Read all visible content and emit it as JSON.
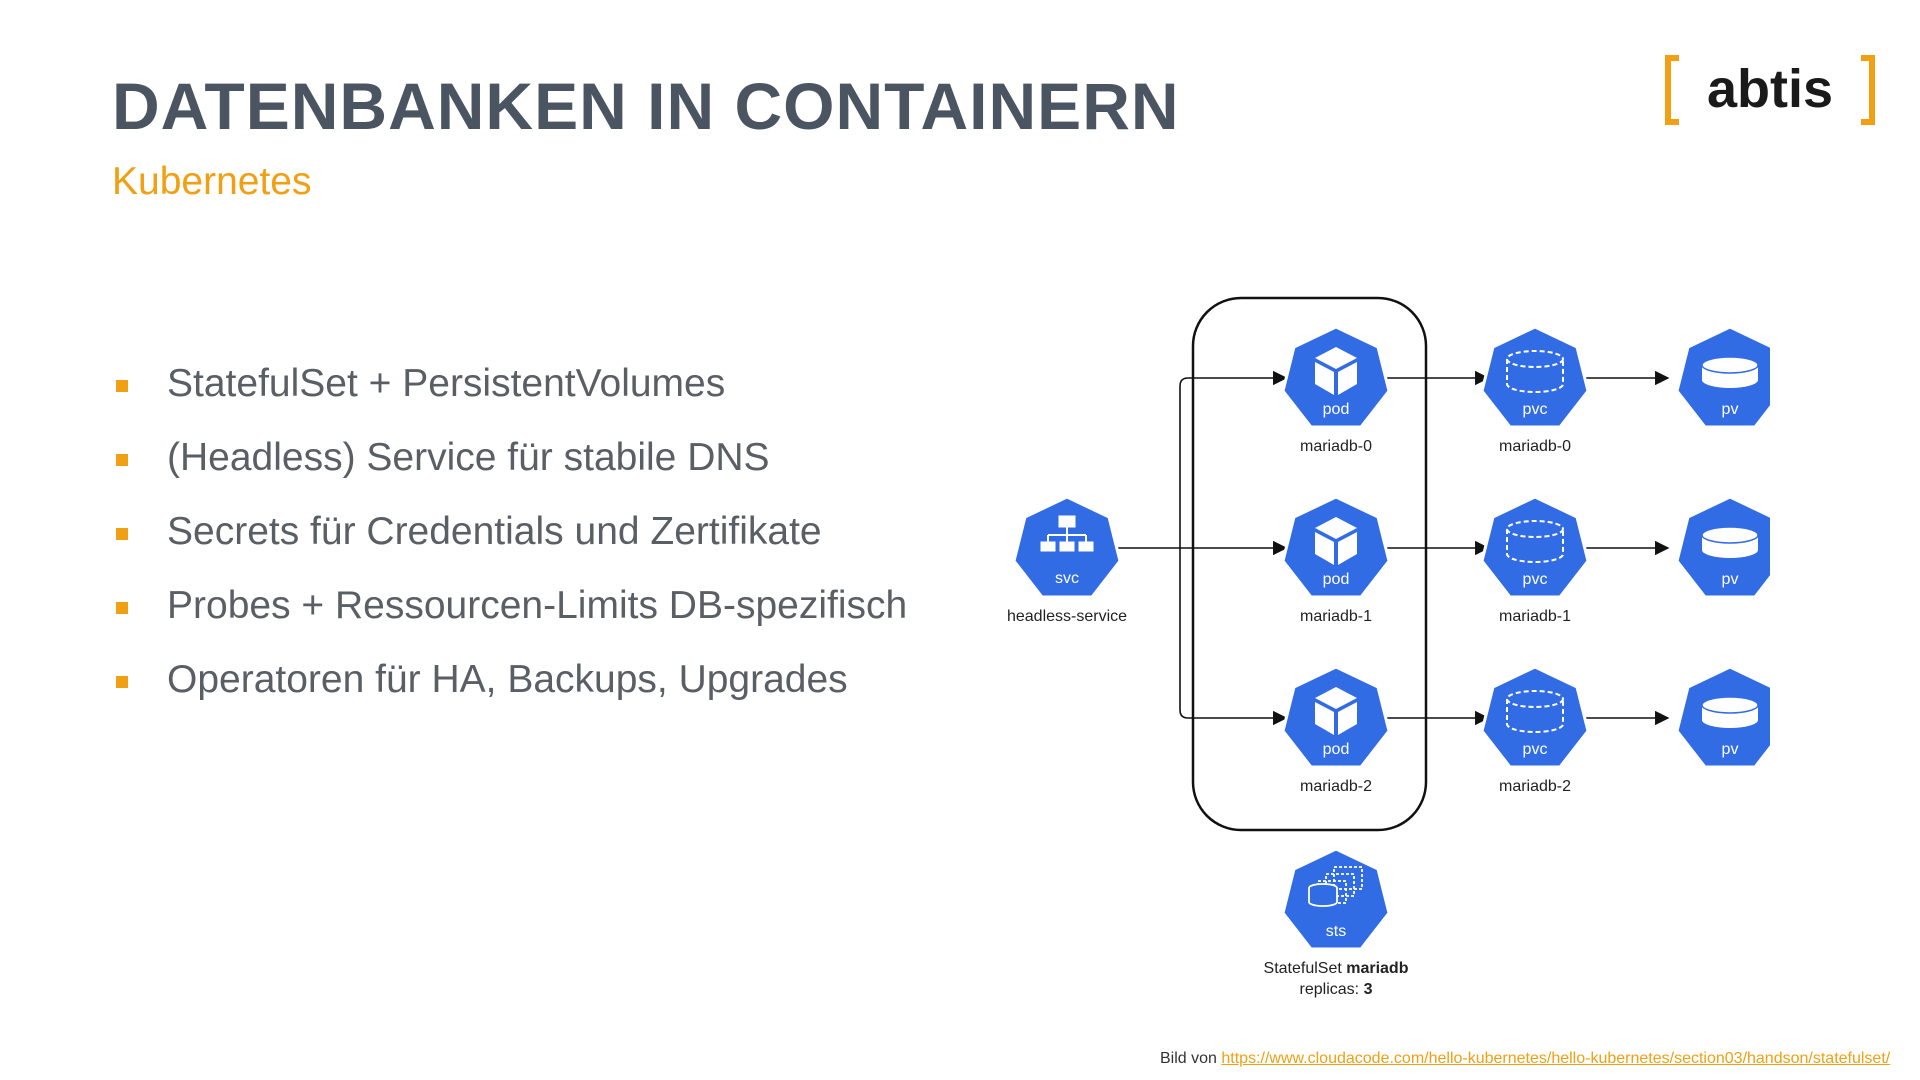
{
  "slide": {
    "title": "DATENBANKEN IN CONTAINERN",
    "subtitle": "Kubernetes"
  },
  "logo": {
    "text": "abtis",
    "brand_color": "#f0a012",
    "text_color": "#1a1a1a"
  },
  "bullets": [
    "StatefulSet + PersistentVolumes",
    "(Headless) Service für stabile DNS",
    "Secrets für Credentials und Zertifikate",
    "Probes + Ressourcen-Limits DB-spezifisch",
    "Operatoren für HA, Backups, Upgrades"
  ],
  "diagram": {
    "node_color": "#326ce5",
    "svc": {
      "icon": "svc",
      "label": "headless-service"
    },
    "rows": [
      {
        "pod_icon": "pod",
        "pod_label": "mariadb-0",
        "pvc_icon": "pvc",
        "pvc_label": "mariadb-0",
        "pv_icon": "pv"
      },
      {
        "pod_icon": "pod",
        "pod_label": "mariadb-1",
        "pvc_icon": "pvc",
        "pvc_label": "mariadb-1",
        "pv_icon": "pv"
      },
      {
        "pod_icon": "pod",
        "pod_label": "mariadb-2",
        "pvc_icon": "pvc",
        "pvc_label": "mariadb-2",
        "pv_icon": "pv"
      }
    ],
    "sts": {
      "icon": "sts",
      "label_prefix": "StatefulSet ",
      "label_name": "mariadb",
      "replicas_prefix": "replicas: ",
      "replicas_value": "3"
    }
  },
  "footer": {
    "prefix": "Bild von ",
    "link": "https://www.cloudacode.com/hello-kubernetes/hello-kubernetes/section03/handson/statefulset/"
  }
}
